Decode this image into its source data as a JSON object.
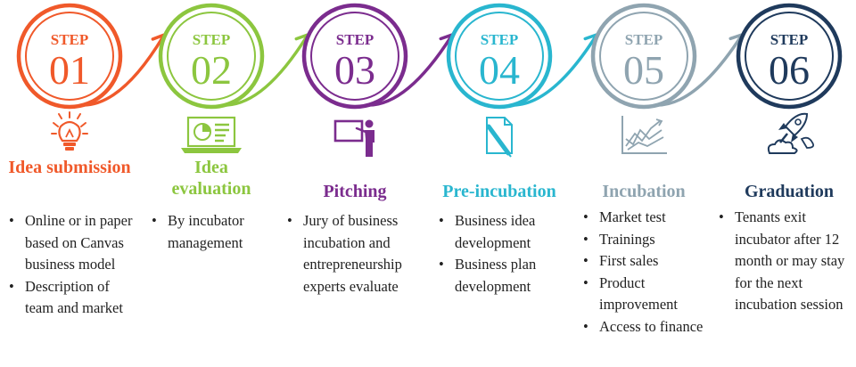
{
  "steps": [
    {
      "step_label": "STEP",
      "number": "01",
      "color": "#f0592a",
      "title": "Idea submission",
      "icon": "lightbulb-icon",
      "bullets": [
        "Online or in paper based on Canvas business model",
        "Description of team and market"
      ]
    },
    {
      "step_label": "STEP",
      "number": "02",
      "color": "#8cc63f",
      "title": "Idea evaluation",
      "icon": "laptop-chart-icon",
      "bullets": [
        "By incubator management"
      ]
    },
    {
      "step_label": "STEP",
      "number": "03",
      "color": "#7b2c8e",
      "title": "Pitching",
      "icon": "presenter-board-icon",
      "bullets": [
        "Jury of business incubation and entrepreneurship experts evaluate"
      ]
    },
    {
      "step_label": "STEP",
      "number": "04",
      "color": "#29b6cf",
      "title": "Pre-incubation",
      "icon": "document-pen-icon",
      "bullets": [
        "Business idea development",
        "Business plan development"
      ]
    },
    {
      "step_label": "STEP",
      "number": "05",
      "color": "#8fa4b0",
      "title": "Incubation",
      "icon": "growth-chart-icon",
      "bullets": [
        "Market test",
        "Trainings",
        "First sales",
        "Product improvement",
        "Access to finance"
      ]
    },
    {
      "step_label": "STEP",
      "number": "06",
      "color": "#1f3a5c",
      "title": "Graduation",
      "icon": "rocket-icon",
      "bullets": [
        "Tenants exit incubator after 12 month or may stay for the next incubation session"
      ]
    }
  ]
}
